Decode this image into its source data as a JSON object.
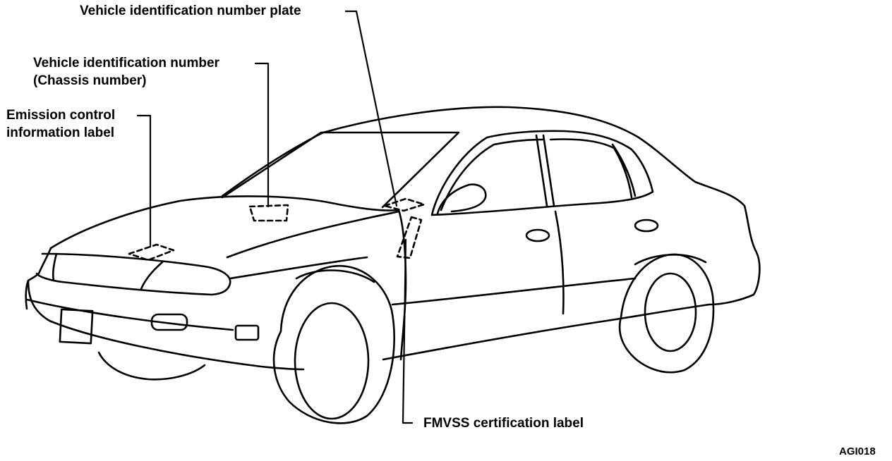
{
  "figure": {
    "callouts": {
      "vin_plate": "Vehicle identification number plate",
      "vin_line1": "Vehicle identification number",
      "vin_line2": "(Chassis number)",
      "emission_line1": "Emission control",
      "emission_line2": "information label",
      "fmvss": "FMVSS certification label"
    },
    "figure_code": "AGI018"
  },
  "colors": {
    "ink": "#000000",
    "paper": "#ffffff"
  }
}
